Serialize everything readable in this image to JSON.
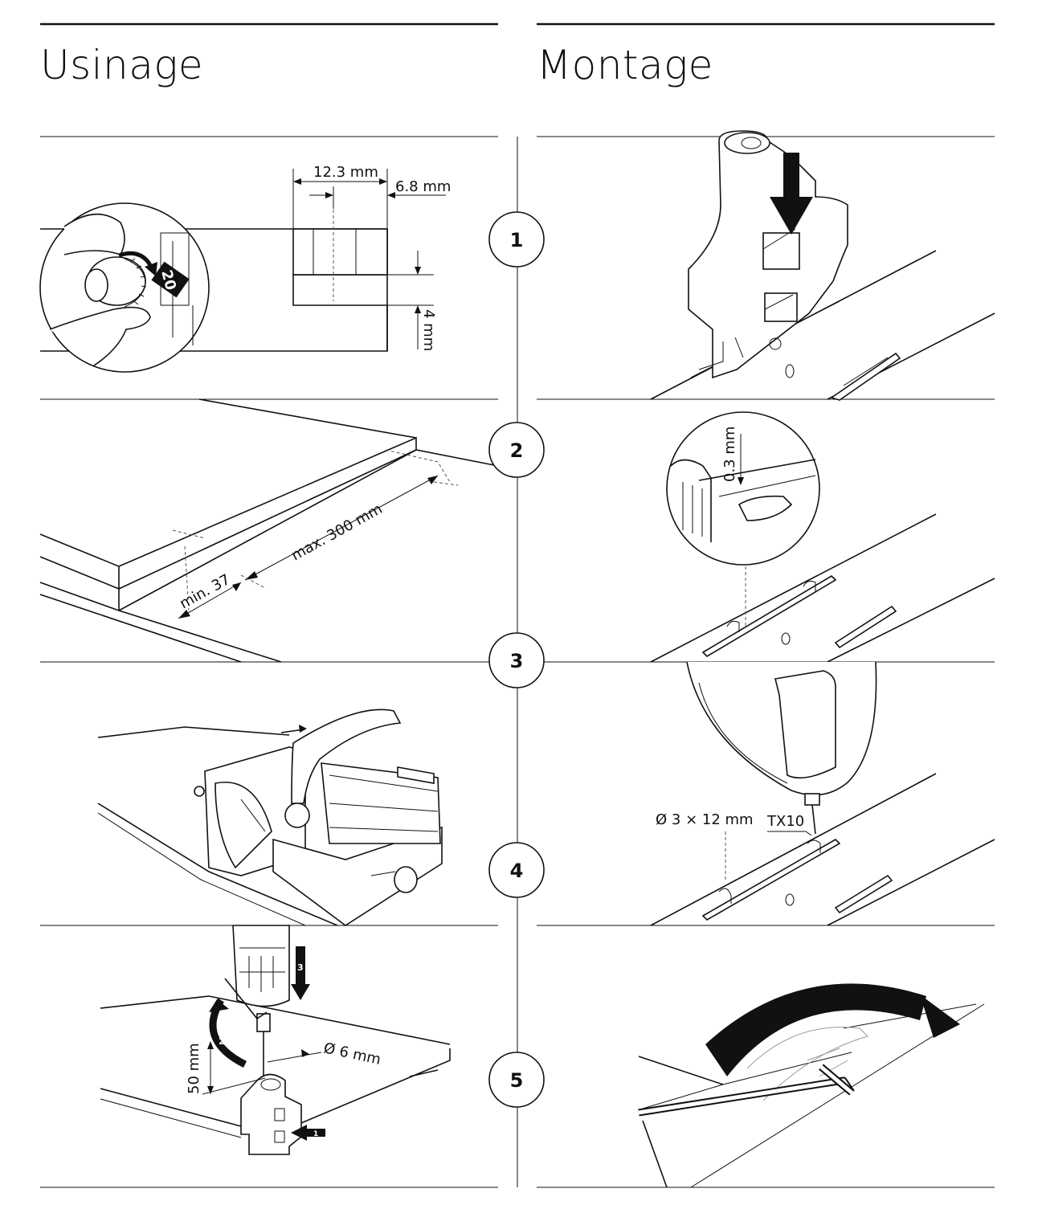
{
  "headers": {
    "left": "Usinage",
    "right": "Montage"
  },
  "steps": [
    "1",
    "2",
    "3",
    "4",
    "5"
  ],
  "labels": {
    "dim_12_3": "12.3 mm",
    "dim_6_8": "6.8 mm",
    "dim_4": "4 mm",
    "dial_20": "20",
    "max_300": "max. 300 mm",
    "min_37": "min. 37",
    "dim_0_3": "0.3 mm",
    "screw": "Ø 3 × 12 mm",
    "tx10": "TX10",
    "dim_50": "50 mm",
    "drill_6": "Ø 6 mm",
    "arrow_1": "1",
    "arrow_2": "2",
    "arrow_3": "3"
  }
}
